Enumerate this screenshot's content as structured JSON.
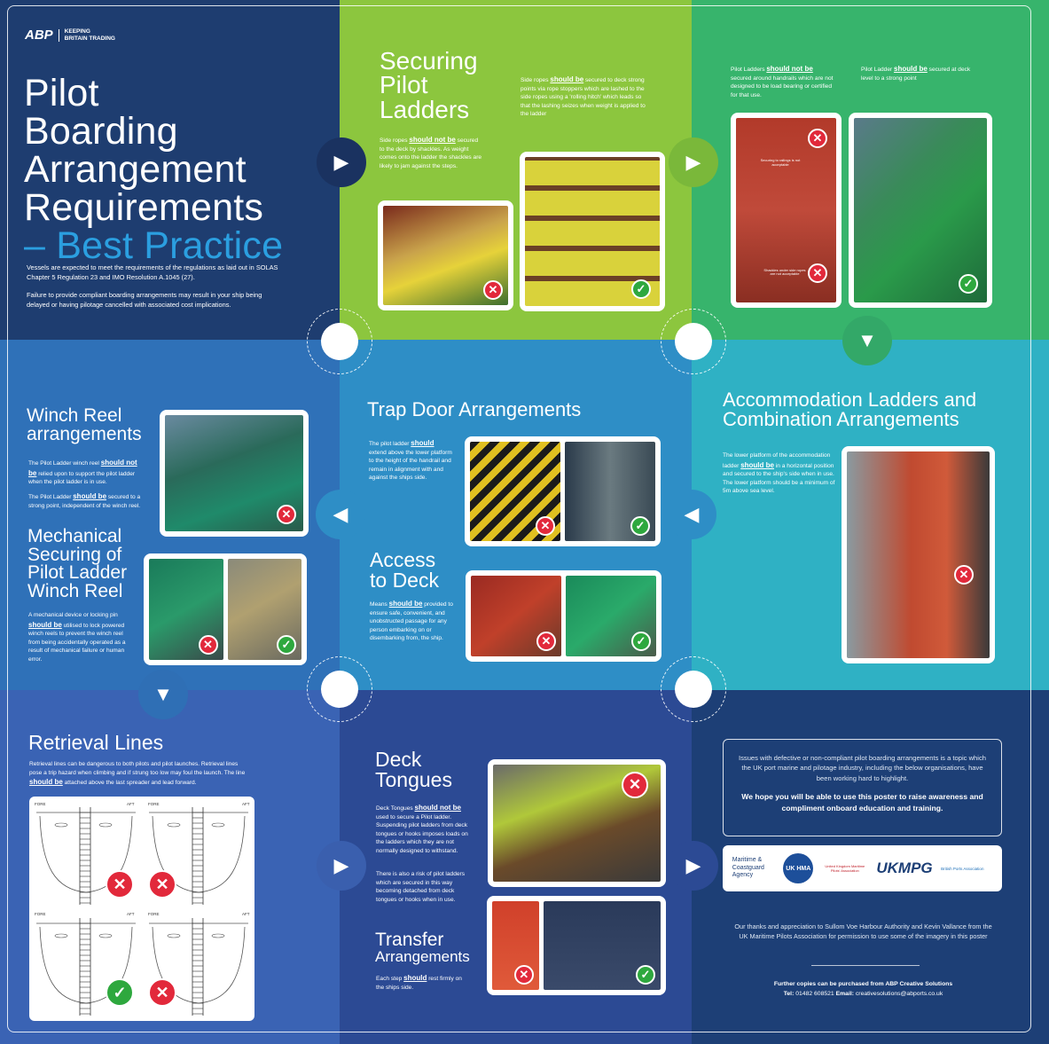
{
  "brand": {
    "logo": "ABP",
    "tagline_1": "KEEPING",
    "tagline_2": "BRITAIN TRADING"
  },
  "intro": {
    "title_lines": [
      "Pilot",
      "Boarding",
      "Arrangement",
      "Requirements"
    ],
    "subtitle": "– Best Practice",
    "para1": "Vessels are expected to meet the requirements of the regulations as laid out in SOLAS Chapter 5 Regulation 23 and IMO Resolution A.1045 (27).",
    "para2": "Failure to provide compliant boarding arrangements may result in your ship being delayed or having pilotage cancelled with associated cost implications."
  },
  "securing": {
    "title_lines": [
      "Securing",
      "Pilot",
      "Ladders"
    ],
    "side_ropes_pre": "Side ropes",
    "side_ropes_key": "should be",
    "side_ropes_post": "secured to deck strong points via rope stoppers which are lashed to the side ropes using a 'rolling hitch' which leads so that the lashing seizes when weight is applied to the ladder",
    "shackle_pre": "Side ropes",
    "shackle_key": "should not be",
    "shackle_post": "secured to the deck by shackles. As weight comes onto the ladder the shackles are likely to jam against the steps."
  },
  "rails": {
    "note1_pre": "Pilot Ladders",
    "note1_key": "should not be",
    "note1_post": "secured around handrails which are not designed to be load bearing or certified for that use.",
    "note2_pre": "Pilot Ladder",
    "note2_key": "should be",
    "note2_post": "secured at deck level to a strong point",
    "caption1": "Securing to railings is not acceptable",
    "caption2": "Shackles under side ropes are not acceptable"
  },
  "winch": {
    "title_lines": [
      "Winch Reel",
      "arrangements"
    ],
    "p1_pre": "The Pilot Ladder winch reel",
    "p1_key": "should not be",
    "p1_post": "relied upon to support the pilot ladder when the pilot ladder is in use.",
    "p2_pre": "The Pilot Ladder",
    "p2_key": "should be",
    "p2_post": "secured to a strong point, independent of the winch reel."
  },
  "mechanical": {
    "title_lines": [
      "Mechanical",
      "Securing of",
      "Pilot Ladder",
      "Winch Reel"
    ],
    "p_pre": "A mechanical device or locking pin",
    "p_key": "should be",
    "p_post": "utilised to lock powered winch reels to prevent the winch reel from being accidentally operated as a result of mechanical failure or human error."
  },
  "trap": {
    "title": "Trap Door Arrangements",
    "p_pre": "The pilot ladder",
    "p_key": "should",
    "p_post": "extend above the lower platform to the height of the handrail and remain in alignment with and against the ships side."
  },
  "access": {
    "title_lines": [
      "Access",
      "to Deck"
    ],
    "p_pre": "Means",
    "p_key": "should be",
    "p_post": "provided to ensure safe, convenient, and unobstructed passage for any person embarking on or disembarking from, the ship."
  },
  "accom": {
    "title_lines": [
      "Accommodation Ladders and",
      "Combination Arrangements"
    ],
    "p_pre": "The lower platform of the accommodation ladder",
    "p_key": "should be",
    "p_post": "in a horizontal position and secured to the ship's side when in use. The lower platform should be a minimum of 5m above sea level."
  },
  "retrieval": {
    "title": "Retrieval Lines",
    "p_pre": "Retrieval lines can be dangerous to both pilots and pilot launches. Retrieval lines pose a trip hazard when climbing and if strung too low may foul the launch. The line",
    "p_key": "should be",
    "p_post": "attached above the last spreader and lead forward.",
    "fore": "FORE",
    "aft": "AFT"
  },
  "tongues": {
    "title_lines": [
      "Deck",
      "Tongues"
    ],
    "p1_pre": "Deck Tongues",
    "p1_key": "should not be",
    "p1_post": "used to secure a Pilot ladder. Suspending pilot ladders from deck tongues or hooks imposes loads on the ladders which they are not normally designed to withstand.",
    "p2": "There is also a risk of pilot ladders which are secured in this way becoming detached from deck tongues or hooks when in use."
  },
  "transfer": {
    "title_lines": [
      "Transfer",
      "Arrangements"
    ],
    "p_pre": "Each step",
    "p_key": "should",
    "p_post": "rest firmly on the ships side."
  },
  "info": {
    "box_p1": "Issues with defective or non-compliant pilot boarding arrangements is a topic which the UK port marine and pilotage industry, including the below organisations, have been working hard to highlight.",
    "box_p2": "We hope you will be able to use this poster to raise awareness and compliment onboard education and training.",
    "logo1": "Maritime & Coastguard Agency",
    "logo2": "UK HMA",
    "logo3": "United Kingdom Maritime Pilots' Association",
    "logo4": "UKMPG",
    "logo5": "British Ports Association",
    "thanks": "Our thanks and appreciation to Sullom Voe Harbour Authority and Kevin Vallance from the UK Maritime Pilots Association for permission to use some of the imagery in this poster",
    "copies": "Further copies can be purchased from ABP Creative Solutions",
    "tel_label": "Tel:",
    "tel": "01482 608521",
    "email_label": "Email:",
    "email": "creativesolutions@abports.co.uk"
  },
  "icons": {
    "wrong": "✕",
    "right": "✓",
    "arrow_right": "▶",
    "arrow_left": "◀",
    "arrow_down": "▼"
  },
  "colors": {
    "navy": "#1e3d70",
    "lime": "#8cc63e",
    "green": "#37b46c",
    "blue": "#2f71b8",
    "sky": "#2e8ec6",
    "teal": "#2fb1c4",
    "wrong": "#e2293b",
    "right": "#2ea83e",
    "accent": "#2b9fe0"
  }
}
